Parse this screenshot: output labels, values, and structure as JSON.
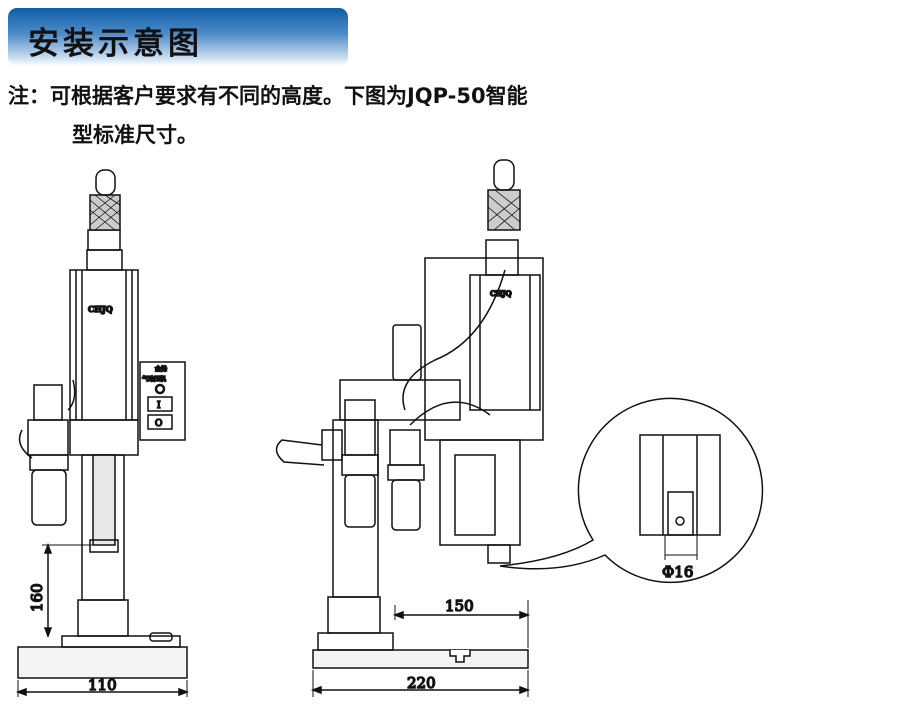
{
  "header": {
    "title": "安装示意图"
  },
  "note": {
    "line1": "注：可根据客户要求有不同的高度。下图为JQP-50智能",
    "line2": "型标准尺寸。"
  },
  "machine": {
    "brand": "CHJQ",
    "panel_line1": "金锋",
    "panel_line2": "气动压机",
    "switch_on": "I",
    "switch_off": "O"
  },
  "dimensions": {
    "height": "160",
    "base_width": "110",
    "stroke": "150",
    "base_length": "220",
    "punch_diameter": "Φ16"
  },
  "colors": {
    "banner_top": "#0f5ea8",
    "banner_bottom": "#ffffff"
  }
}
